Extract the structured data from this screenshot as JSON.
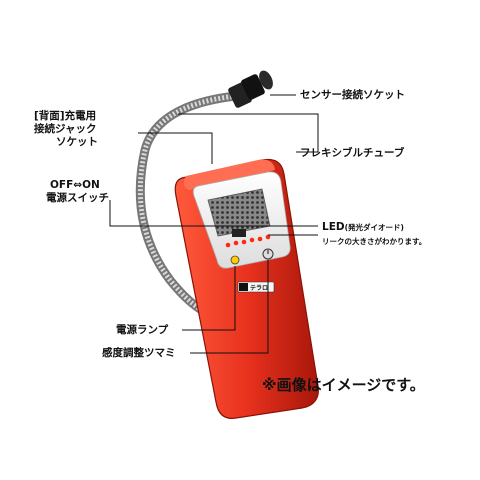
{
  "callouts": {
    "sensor_socket": "センサー接続ソケット",
    "charging_jack": [
      "[背面]充電用",
      "接続ジャック",
      "ソケット"
    ],
    "flexible_tube": "フレキシブルチューブ",
    "power_switch": [
      "OFF⇔ON",
      "電源スイッチ"
    ],
    "led_title": "LED",
    "led_detail": "(発光ダイオード)",
    "led_desc": "リークの大きさがわかります。",
    "power_lamp": "電源ランプ",
    "sensitivity_knob": "感度調整ツマミ"
  },
  "device": {
    "brand_logo": "テラロ"
  },
  "footer_note": "※画像はイメージです。",
  "colors": {
    "body_red": "#e8321e",
    "body_dark": "#b81c0c",
    "panel_white": "#f7f7f7",
    "led_red": "#ff2a14"
  }
}
